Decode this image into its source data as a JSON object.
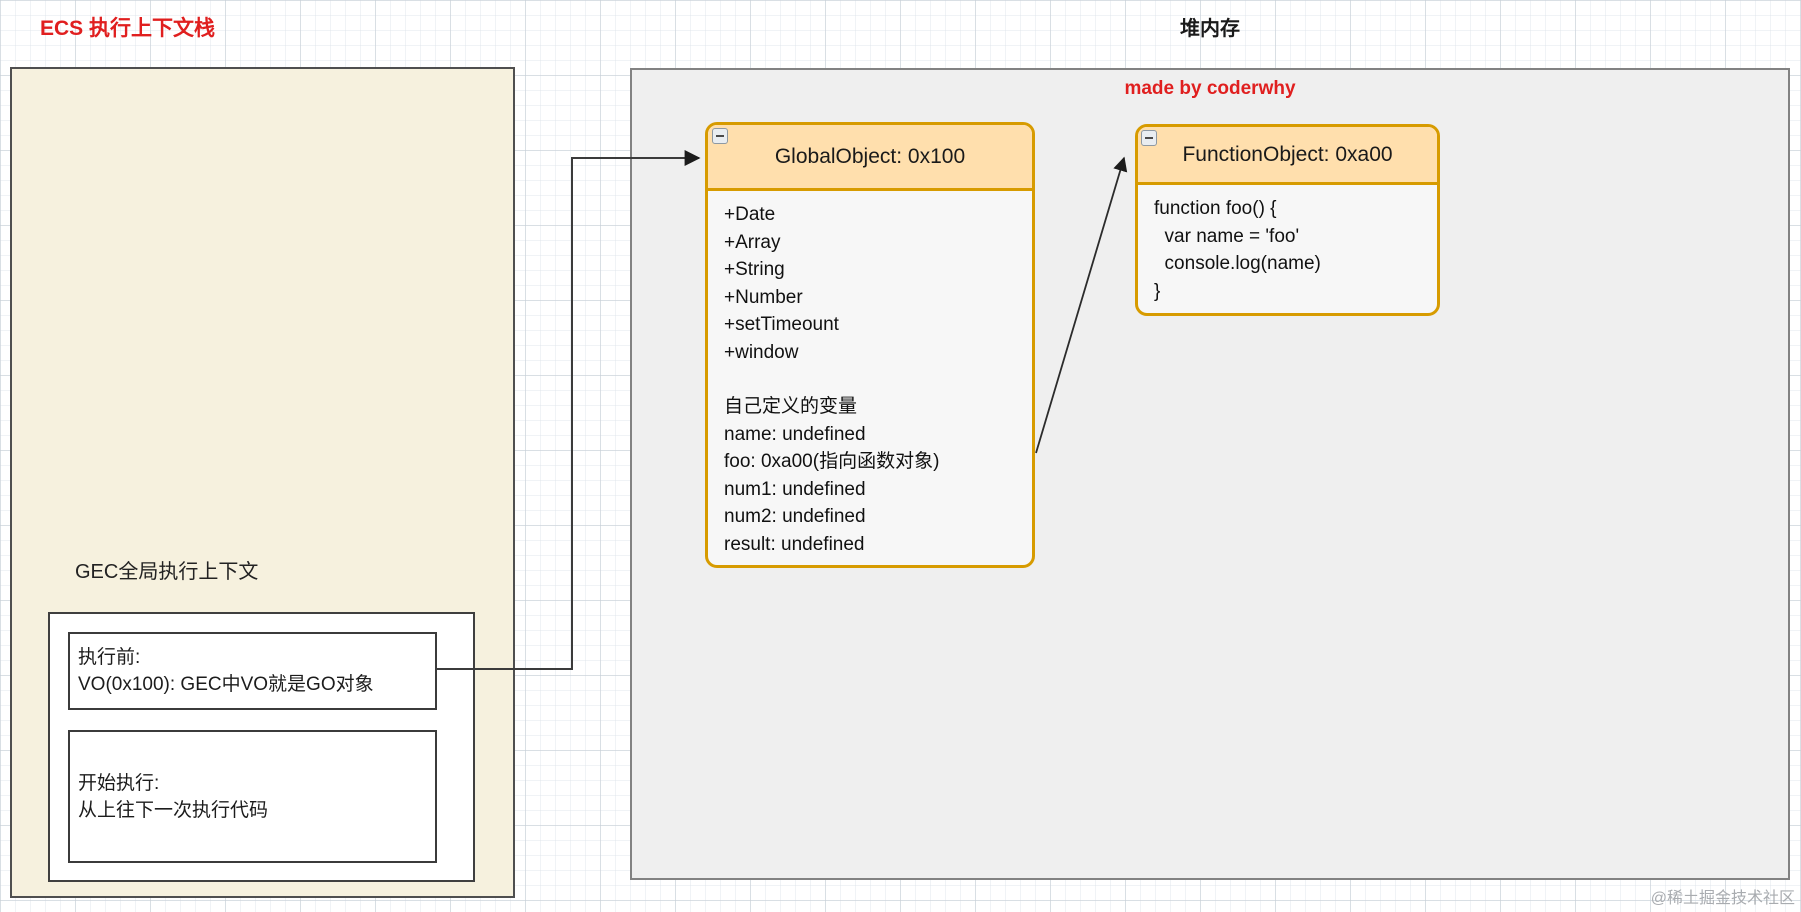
{
  "titles": {
    "stack": "ECS 执行上下文栈",
    "heap": "堆内存"
  },
  "watermark": "@稀土掘金技术社区",
  "stack_panel": {
    "label": "GEC全局执行上下文",
    "before_box": {
      "line1": "执行前:",
      "line2": "VO(0x100): GEC中VO就是GO对象"
    },
    "run_box": {
      "line1": "开始执行:",
      "line2": "从上往下一次执行代码"
    }
  },
  "heap_panel": {
    "credit": "made by coderwhy",
    "global_object": {
      "title": "GlobalObject: 0x100",
      "builtin_props": [
        "+Date",
        "+Array",
        "+String",
        "+Number",
        "+setTimeount",
        "+window"
      ],
      "custom_label": "自己定义的变量",
      "custom_props": [
        "name: undefined",
        "foo: 0xa00(指向函数对象)",
        "num1: undefined",
        "num2: undefined",
        "result: undefined"
      ]
    },
    "function_object": {
      "title": "FunctionObject: 0xa00",
      "code_lines": [
        "function foo() {",
        "  var name = 'foo'",
        "  console.log(name)",
        "}"
      ]
    }
  },
  "icons": {
    "collapse_global": "minus-icon",
    "collapse_function": "minus-icon"
  },
  "colors": {
    "title_red": "#e01f1f",
    "stack_fill": "#f6f1de",
    "heap_fill": "#efefef",
    "node_border": "#d79b00",
    "node_header_fill": "#ffdfad",
    "node_body_fill": "#f7f7f7",
    "connector": "#3b3b3b",
    "watermark_gray": "#a9acb0"
  }
}
